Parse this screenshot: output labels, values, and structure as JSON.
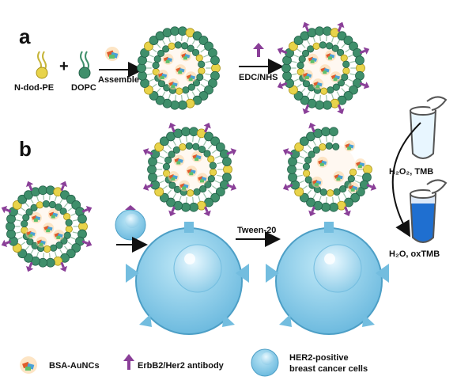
{
  "panels": {
    "a": "a",
    "b": "b"
  },
  "labels": {
    "n_dod_pe": "N-dod-PE",
    "dopc": "DOPC",
    "plus": "+",
    "assemble": "Assemble",
    "edc_nhs": "EDC/NHS",
    "tween": "Tween-20",
    "h2o2_tmb": "H₂O₂, TMB",
    "h2o_oxtmb": "H₂O, oxTMB"
  },
  "legend": {
    "bsa": "BSA-AuNCs",
    "antibody": "ErbB2/Her2 antibody",
    "cells_line1": "HER2-positive",
    "cells_line2": "breast cancer cells"
  },
  "colors": {
    "lipid_green": "#3f8f6b",
    "lipid_yellow": "#e8d34a",
    "antibody_purple": "#8a3f98",
    "cell_blue": "#7fc8e6",
    "tube_blue": "#1f6fd0",
    "nanocluster_orange": "#f29c3a"
  }
}
